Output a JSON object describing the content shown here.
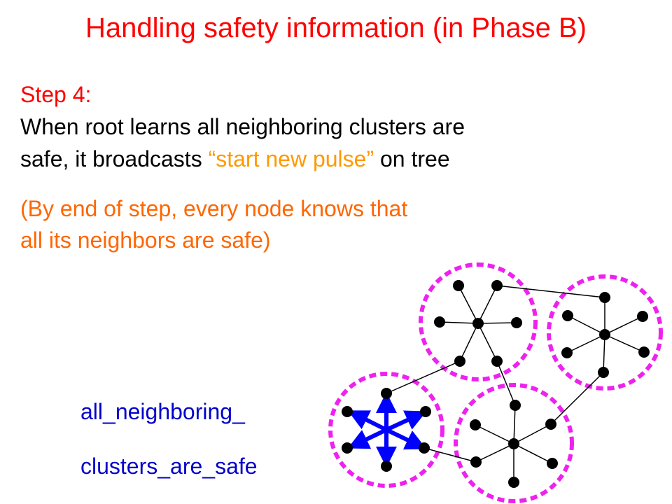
{
  "title": "Handling safety information (in Phase B)",
  "step": {
    "label": "Step 4:",
    "line1": "When root learns all neighboring clusters are",
    "line2_before": "safe, it broadcasts ",
    "line2_quote": "“start new pulse”",
    "line2_after": " on tree"
  },
  "note": {
    "line1": "(By end of step, every node knows that",
    "line2": "all its neighbors are safe)"
  },
  "variable": {
    "line1": "all_neighboring_",
    "line2": "clusters_are_safe"
  },
  "colors": {
    "title": "#ff0000",
    "step_label": "#ff0000",
    "quote": "#ff9900",
    "note": "#ff6600",
    "variable": "#0000cc",
    "cluster_boundary": "#ee22ee",
    "broadcast_arrow": "#0000ff",
    "node": "#000000"
  }
}
